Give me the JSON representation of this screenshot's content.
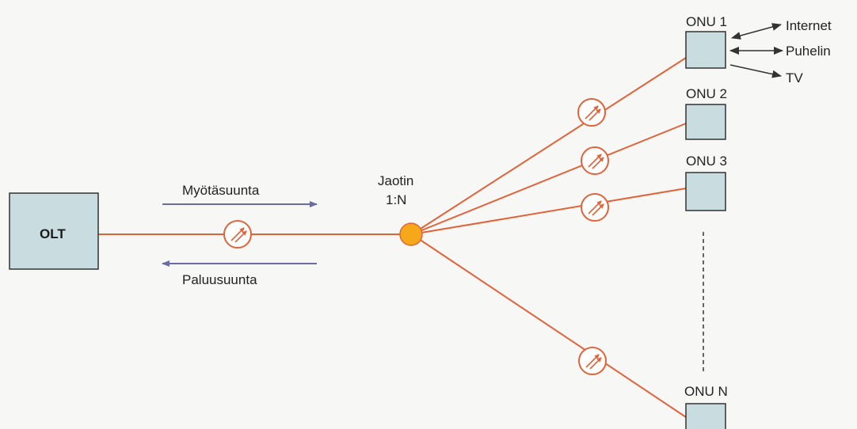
{
  "diagram": {
    "olt": {
      "label": "OLT"
    },
    "splitter": {
      "label_line1": "Jaotin",
      "label_line2": "1:N"
    },
    "downstream_label": "Myötäsuunta",
    "upstream_label": "Paluusuunta",
    "onus": [
      {
        "label": "ONU 1"
      },
      {
        "label": "ONU 2"
      },
      {
        "label": "ONU 3"
      },
      {
        "label": "ONU N"
      }
    ],
    "services": [
      {
        "label": "Internet"
      },
      {
        "label": "Puhelin"
      },
      {
        "label": "TV"
      }
    ],
    "colors": {
      "fiber": "#e0633a",
      "box_fill": "#c9dde0",
      "box_stroke": "#333333",
      "splitter_fill": "#f6a81a",
      "direction_arrow": "#6b6aa8",
      "service_arrow": "#333333"
    }
  }
}
